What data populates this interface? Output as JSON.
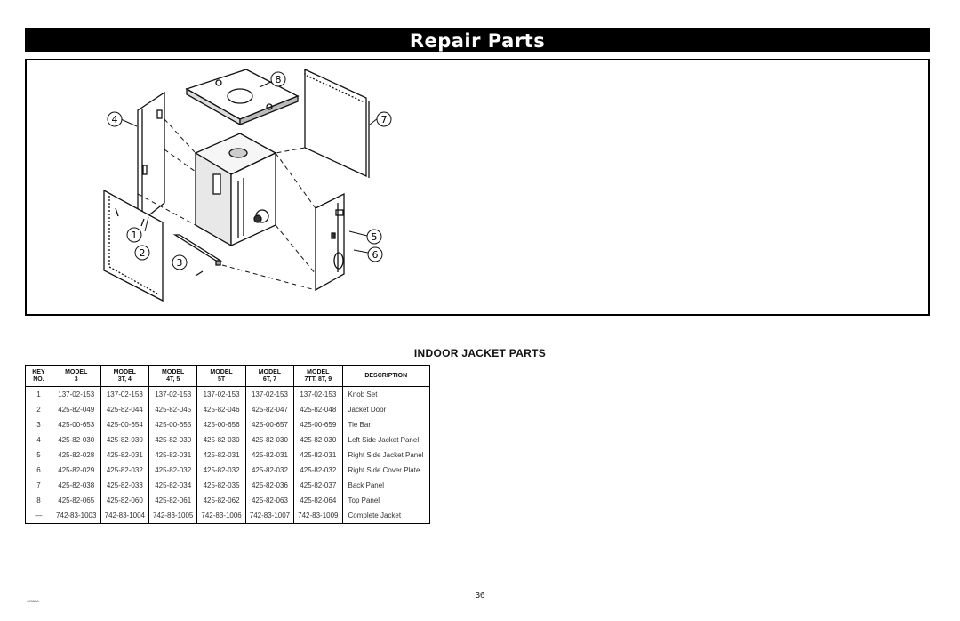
{
  "banner": {
    "title": "Repair Parts"
  },
  "diagram": {
    "callouts": [
      "1",
      "2",
      "3",
      "4",
      "5",
      "6",
      "7",
      "8"
    ]
  },
  "section_title": "INDOOR JACKET PARTS",
  "table": {
    "headers": [
      [
        "KEY",
        "NO."
      ],
      [
        "MODEL",
        "3"
      ],
      [
        "MODEL",
        "3T, 4"
      ],
      [
        "MODEL",
        "4T, 5"
      ],
      [
        "MODEL",
        "5T"
      ],
      [
        "MODEL",
        "6T, 7"
      ],
      [
        "MODEL",
        "7TT, 8T, 9"
      ],
      [
        "DESCRIPTION",
        ""
      ]
    ],
    "rows": [
      [
        "1",
        "137-02-153",
        "137-02-153",
        "137-02-153",
        "137-02-153",
        "137-02-153",
        "137-02-153",
        "Knob Set"
      ],
      [
        "2",
        "425-82-049",
        "425-82-044",
        "425-82-045",
        "425-82-046",
        "425-82-047",
        "425-82-048",
        "Jacket Door"
      ],
      [
        "3",
        "425-00-653",
        "425-00-654",
        "425-00-655",
        "425-00-656",
        "425-00-657",
        "425-00-659",
        "Tie Bar"
      ],
      [
        "4",
        "425-82-030",
        "425-82-030",
        "425-82-030",
        "425-82-030",
        "425-82-030",
        "425-82-030",
        "Left Side Jacket Panel"
      ],
      [
        "5",
        "425-82-028",
        "425-82-031",
        "425-82-031",
        "425-82-031",
        "425-82-031",
        "425-82-031",
        "Right Side Jacket Panel"
      ],
      [
        "6",
        "425-82-029",
        "425-82-032",
        "425-82-032",
        "425-82-032",
        "425-82-032",
        "425-82-032",
        "Right Side Cover Plate"
      ],
      [
        "7",
        "425-82-038",
        "425-82-033",
        "425-82-034",
        "425-82-035",
        "425-82-036",
        "425-82-037",
        "Back Panel"
      ],
      [
        "8",
        "425-82-065",
        "425-82-060",
        "425-82-061",
        "425-82-062",
        "425-82-063",
        "425-82-064",
        "Top Panel"
      ],
      [
        "—",
        "742-83-1003",
        "742-83-1004",
        "742-83-1005",
        "742-83-1006",
        "742-83-1007",
        "742-83-1009",
        "Complete Jacket"
      ]
    ]
  },
  "page_number": "36",
  "footer_code": "40586A"
}
